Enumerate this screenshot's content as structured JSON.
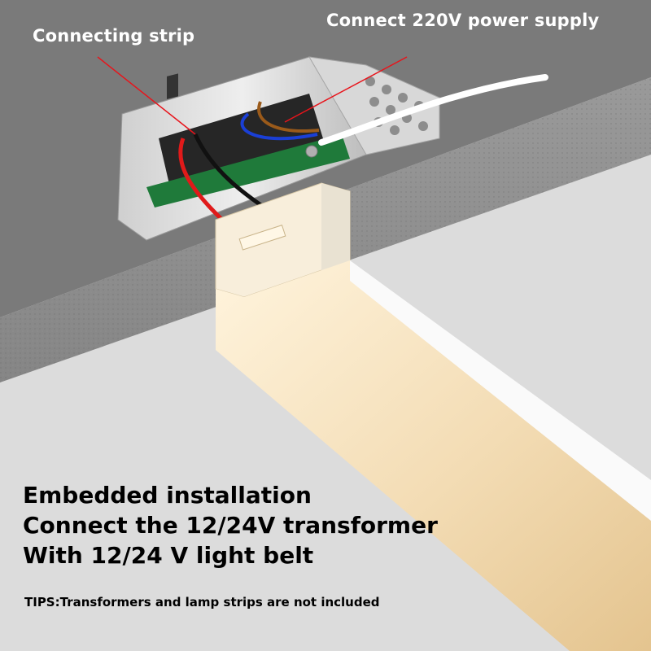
{
  "callouts": {
    "connecting_strip": "Connecting strip",
    "power_supply": "Connect 220V power supply"
  },
  "caption": {
    "lines": [
      "Embedded installation",
      "Connect the 12/24V transformer",
      "With 12/24 V light belt"
    ]
  },
  "tips": "TIPS:Transformers and lamp strips are not included",
  "colors": {
    "ceiling_top": "#7a7a7a",
    "ceiling_edge": "#8e8e8e",
    "wall": "#dcdcdc",
    "light_strip": "#f6e2c0",
    "leader_line": "#e8141b",
    "wire_red": "#e01a1a",
    "wire_black": "#111111",
    "wire_blue": "#1a3fd6",
    "wire_brown": "#9a5a1a"
  }
}
